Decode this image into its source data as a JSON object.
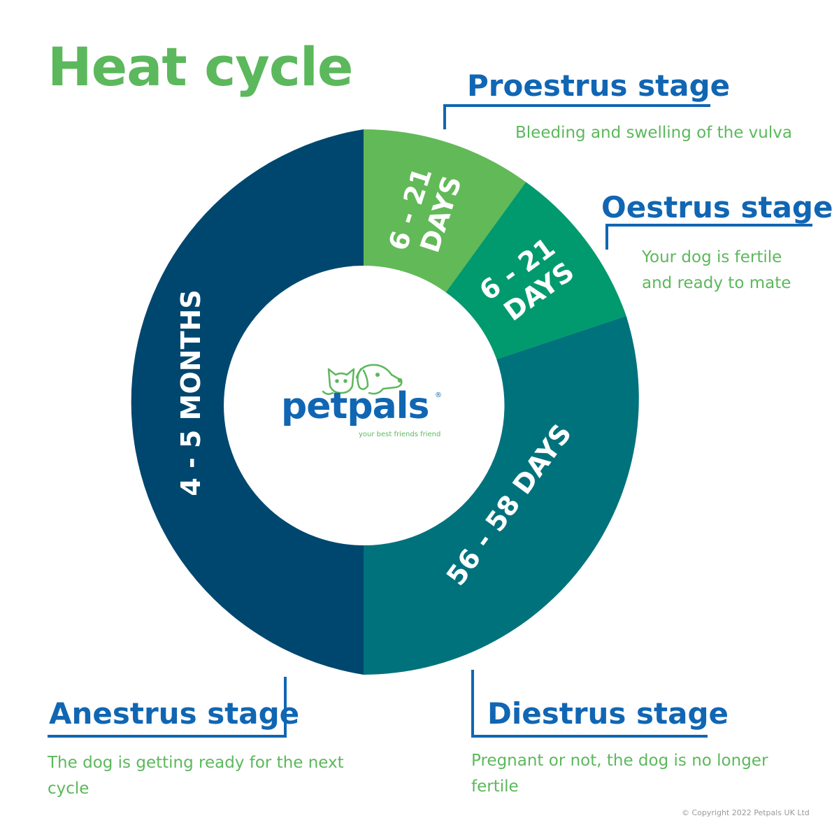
{
  "title": "Heat cycle",
  "stages": [
    {
      "key": "proestrus",
      "name": "Proestrus stage",
      "description": "Bleeding and swelling of the vulva",
      "duration_lines": [
        "6 - 21",
        "DAYS"
      ],
      "color": "#62b957"
    },
    {
      "key": "oestrus",
      "name": "Oestrus stage",
      "description_lines": [
        "Your dog is fertile",
        "and ready to mate"
      ],
      "duration_lines": [
        "6 - 21",
        "DAYS"
      ],
      "color": "#009a6e"
    },
    {
      "key": "diestrus",
      "name": "Diestrus stage",
      "description_lines": [
        "Pregnant or not, the dog is no longer",
        "fertile"
      ],
      "duration_lines": [
        "56 - 58 DAYS"
      ],
      "color": "#00727c"
    },
    {
      "key": "anestrus",
      "name": "Anestrus stage",
      "description_lines": [
        "The dog is getting ready for the next",
        "cycle"
      ],
      "duration_lines": [
        "4 - 5 MONTHS"
      ],
      "color": "#00476f"
    }
  ],
  "brand": {
    "name": "petpals",
    "registered": "®",
    "tagline": "your best friends friend",
    "primary_color": "#1066b3",
    "accent_color": "#5cb85c"
  },
  "copyright": "© Copyright 2022 Petpals UK Ltd",
  "colors": {
    "title": "#5cb85c",
    "stage_title": "#1066b3",
    "description": "#5cb85c",
    "callout_line": "#1066b3"
  }
}
